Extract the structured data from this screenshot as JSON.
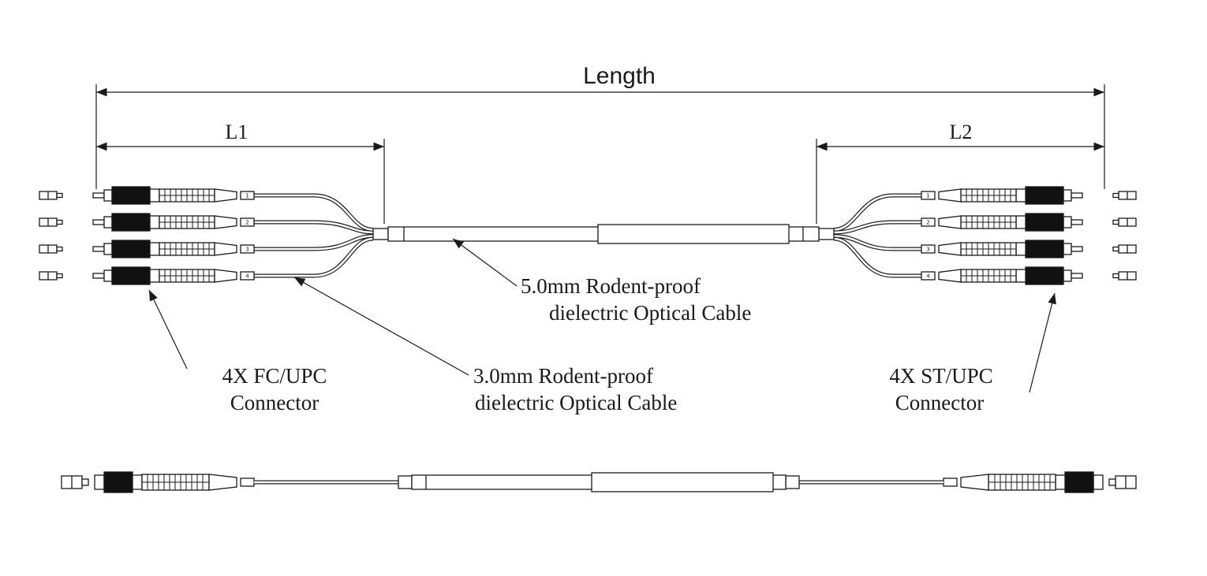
{
  "dimensions": {
    "length": "Length",
    "l1": "L1",
    "l2": "L2"
  },
  "callouts": {
    "cable5": {
      "line1": "5.0mm Rodent-proof",
      "line2": "dielectric Optical Cable"
    },
    "cable3": {
      "line1": "3.0mm Rodent-proof",
      "line2": "dielectric Optical Cable"
    },
    "fc": {
      "line1": "4X FC/UPC",
      "line2": "Connector"
    },
    "st": {
      "line1": "4X ST/UPC",
      "line2": "Connector"
    }
  },
  "ports": [
    "1",
    "2",
    "3",
    "4"
  ],
  "colors": {
    "line": "#1a1a1a",
    "bg": "#ffffff",
    "connector_body": "#111111"
  }
}
